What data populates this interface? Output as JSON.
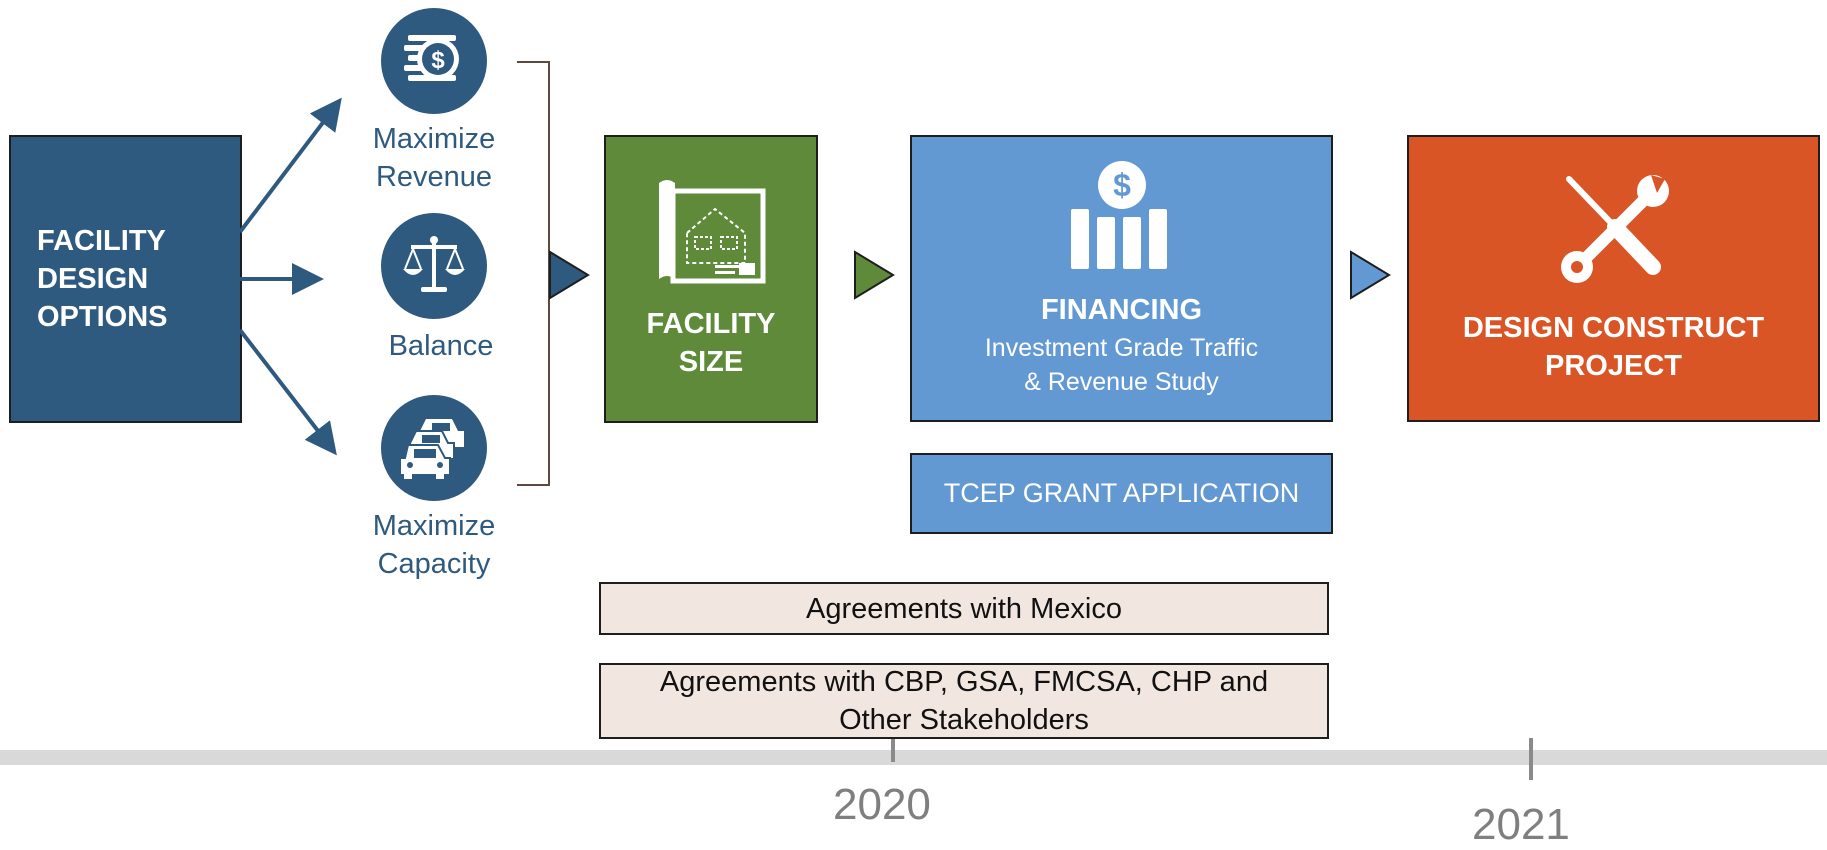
{
  "design_options": {
    "line1": "FACILITY",
    "line2": "DESIGN",
    "line3": "OPTIONS"
  },
  "objectives": [
    {
      "line1": "Maximize",
      "line2": "Revenue",
      "icon": "coins-dollar-icon"
    },
    {
      "line1": "Balance",
      "line2": "",
      "icon": "scales-icon"
    },
    {
      "line1": "Maximize",
      "line2": "Capacity",
      "icon": "cars-icon"
    }
  ],
  "facility_size": {
    "line1": "FACILITY",
    "line2": "SIZE",
    "icon": "blueprint-icon"
  },
  "financing": {
    "title": "FINANCING",
    "sub1": "Investment Grade Traffic",
    "sub2": "& Revenue Study",
    "icon": "dollar-chart-icon"
  },
  "design_construct": {
    "line1": "DESIGN CONSTRUCT",
    "line2": "PROJECT",
    "icon": "tools-icon"
  },
  "tcep": {
    "label": "TCEP GRANT APPLICATION"
  },
  "agreements_mexico": {
    "label": "Agreements with Mexico"
  },
  "agreements_stakeholders": {
    "line1": "Agreements with CBP, GSA, FMCSA, CHP and",
    "line2": "Other Stakeholders"
  },
  "timeline": {
    "year1": "2020",
    "year2": "2021"
  },
  "colors": {
    "navy": "#2f5a7f",
    "green": "#5e8a3a",
    "blue": "#6399d3",
    "orange": "#d95526",
    "beige": "#f2e6e0",
    "timeline": "#d9d9d9"
  }
}
